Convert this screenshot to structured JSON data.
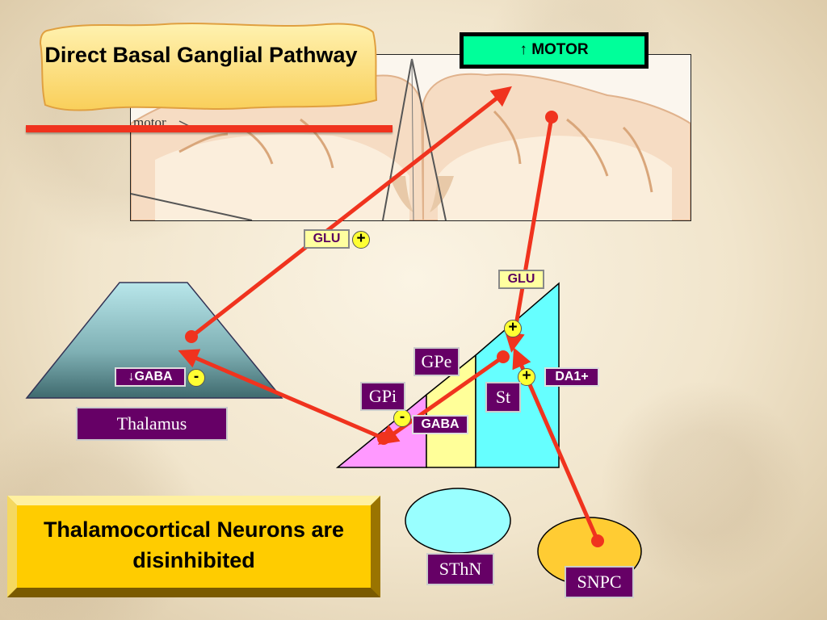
{
  "title": "Direct Basal Ganglial Pathway",
  "motor_label": "↑ MOTOR",
  "cortex_caption": "motor",
  "labels": {
    "glu_top": "GLU",
    "glu_top_sign": "+",
    "glu_right": "GLU",
    "glu_right_sign": "+",
    "gaba_thalamus": "↓GABA",
    "gaba_thalamus_sign": "-",
    "gaba_gp": "GABA",
    "gaba_gp_sign": "-",
    "da1": "DA1+",
    "da1_sign": "+"
  },
  "structures": {
    "thalamus": "Thalamus",
    "gpe": "GPe",
    "gpi": "GPi",
    "st": "St",
    "sthn": "SThN",
    "snpc": "SNPC"
  },
  "conclusion": "Thalamocortical Neurons are disinhibited",
  "colors": {
    "arrow": "#f0331e",
    "motor_box": "#00ff9a",
    "title_scroll": "#fde58a",
    "structure_label_bg": "#660066",
    "striatum": "#66ffff",
    "gpe_fill": "#ffff99",
    "gpi_fill": "#ff99ff",
    "snpc_fill": "#ffcc33",
    "sthn_fill": "#99ffff",
    "conclusion_box": "#ffcc00"
  }
}
